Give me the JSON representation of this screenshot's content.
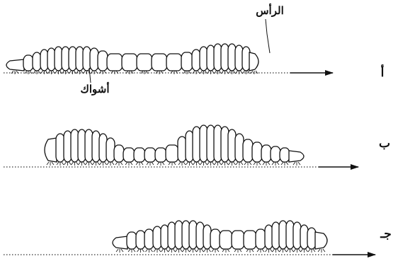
{
  "stages": [
    {
      "id": "a",
      "label": "أ"
    },
    {
      "id": "b",
      "label": "ب"
    },
    {
      "id": "c",
      "label": "جـ"
    }
  ],
  "callouts": {
    "head": "الرأس",
    "spines": "أشواك"
  },
  "colors": {
    "stroke": "#111111",
    "fill": "#ffffff",
    "background": "#ffffff"
  }
}
